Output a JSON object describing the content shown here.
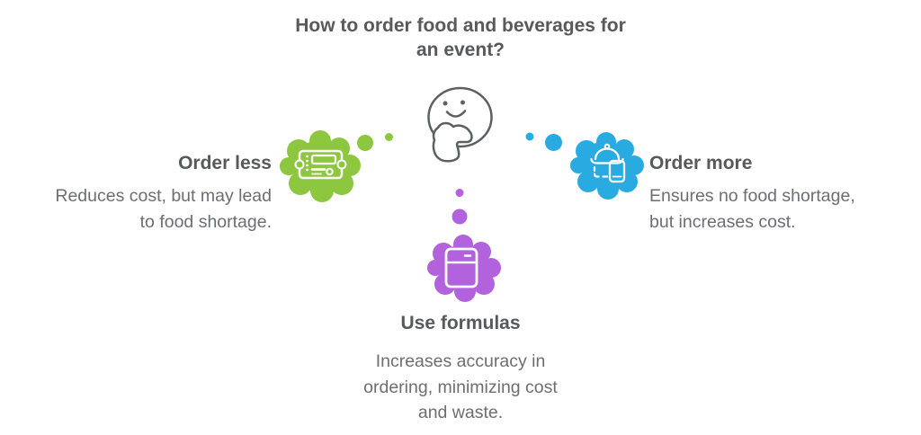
{
  "title": {
    "full": "How to order food and beverages for an event?",
    "lines": [
      "How to order food and beverages for",
      "an event?"
    ]
  },
  "colors": {
    "green": "#8DC63F",
    "blue": "#29ABE2",
    "purple": "#B162DC",
    "heading_text": "#58595B",
    "body_text": "#6D6E71",
    "face_stroke": "#5E5F61",
    "icon_stroke": "#FFFFFF"
  },
  "center": {
    "icon": "thinking-face"
  },
  "options": {
    "order_less": {
      "heading": "Order less",
      "description": "Reduces cost, but may lead to food shortage.",
      "lines": [
        "Reduces cost, but may lead",
        "to food shortage."
      ],
      "icon": "ticket"
    },
    "order_more": {
      "heading": "Order more",
      "description": "Ensures no food shortage, but increases cost.",
      "lines": [
        "Ensures no food shortage,",
        "but increases cost."
      ],
      "icon": "food-delivery"
    },
    "use_formulas": {
      "heading": "Use formulas",
      "description": "Increases accuracy in ordering, minimizing cost and waste.",
      "lines": [
        "Increases accuracy in",
        "ordering, minimizing cost",
        "and waste."
      ],
      "icon": "refrigerator"
    }
  }
}
